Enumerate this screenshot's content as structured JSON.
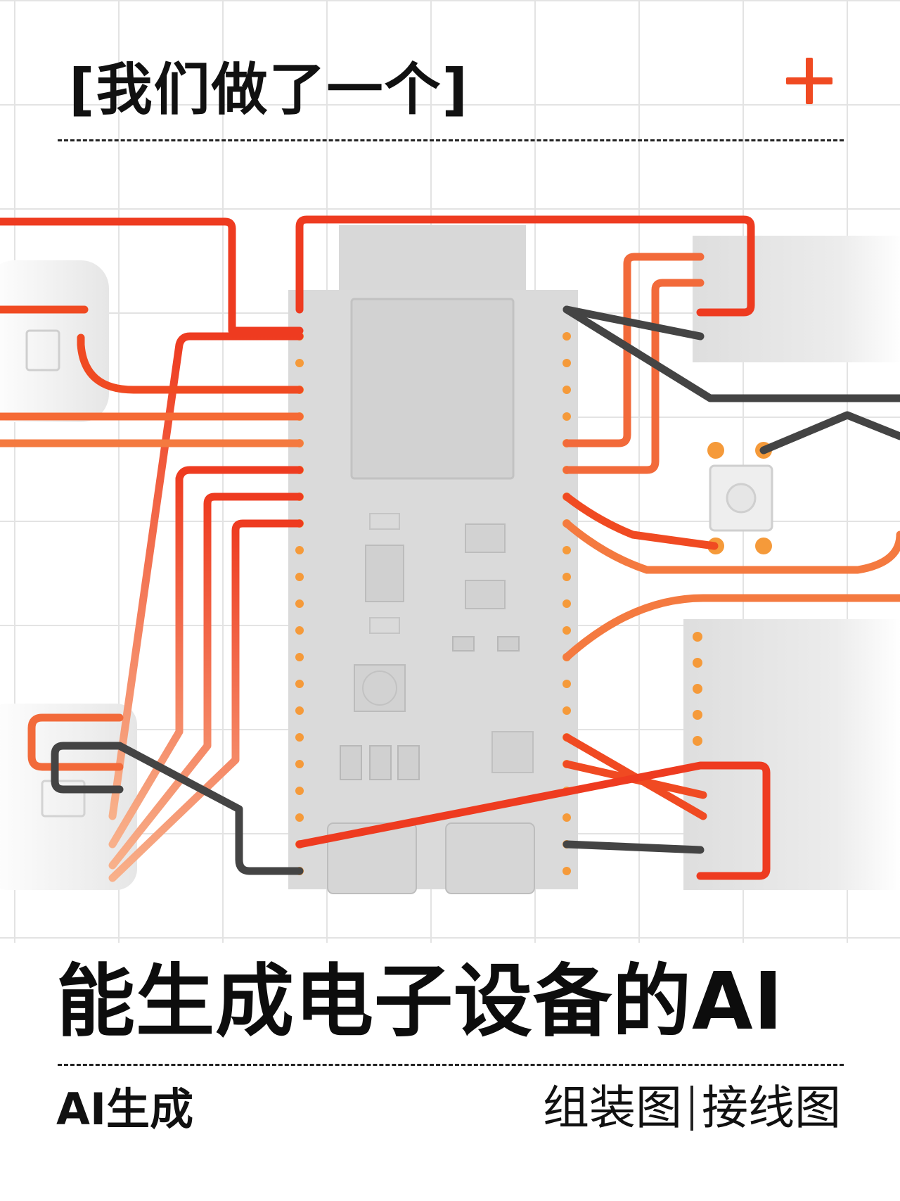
{
  "header": {
    "title": "[我们做了一个]",
    "accent_icon": "plus-icon",
    "accent_color": "#f04a22"
  },
  "headline": {
    "text": "能生成电子设备的AI"
  },
  "footer": {
    "left_label": "AI生成",
    "right_items": [
      "组装图",
      "接线图"
    ]
  },
  "illustration": {
    "subject": "dev-board-wiring-diagram",
    "wire_color": "#f05a28",
    "ground_wire_color": "#444444",
    "pin_color": "#f59a3a",
    "board_color": "#dadada"
  }
}
